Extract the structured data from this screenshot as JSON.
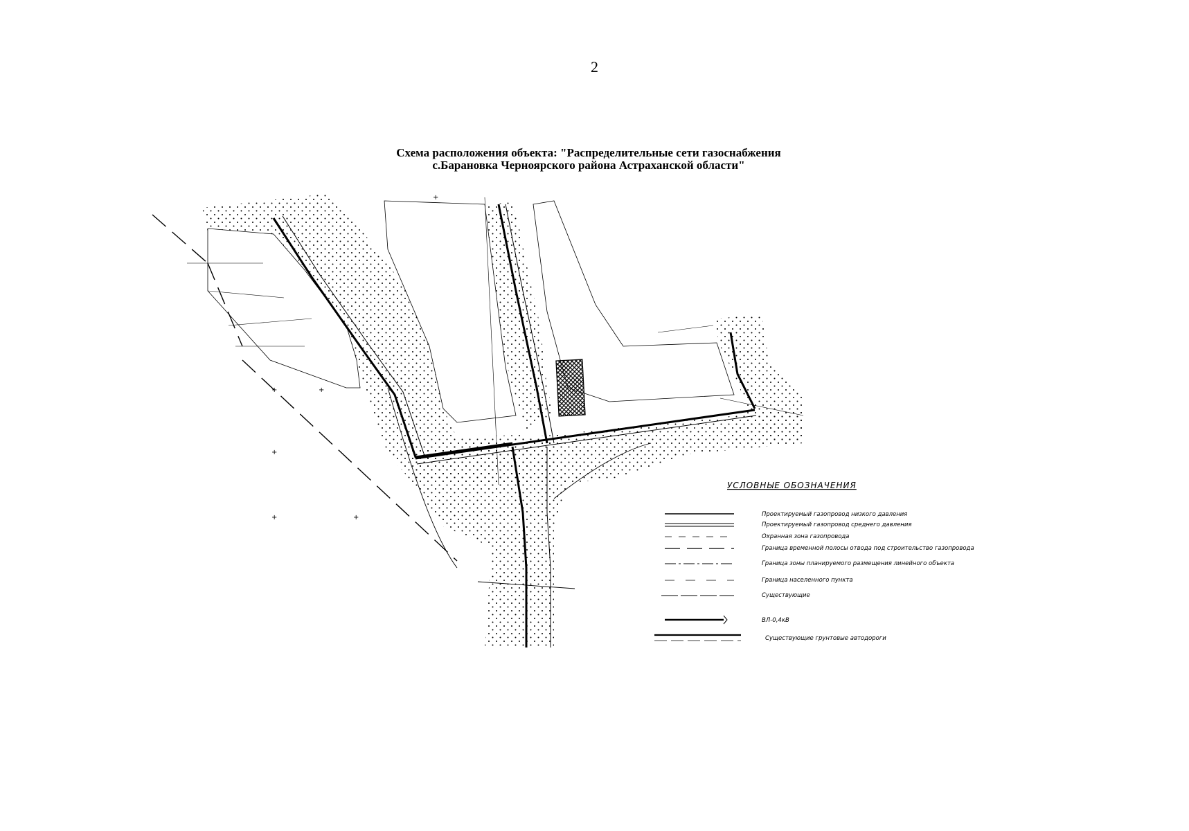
{
  "page_number": "2",
  "title_line1": "Схема расположения объекта: \"Распределительные сети газоснабжения",
  "title_line2": "с.Барановка Черноярского района Астраханской области\"",
  "legend": {
    "heading": "УСЛОВНЫЕ ОБОЗНАЧЕНИЯ",
    "items": [
      {
        "id": "low-pressure",
        "label": "Проектируемый газопровод низкого давления",
        "style": "solid-thin"
      },
      {
        "id": "medium-pressure",
        "label": "Проектируемый газопровод среднего давления",
        "style": "double"
      },
      {
        "id": "security-zone",
        "label": "Охранная зона газопровода",
        "style": "dashed-fine"
      },
      {
        "id": "temp-strip",
        "label": "Граница временной полосы отвода под строительство газопровода",
        "style": "dash-long"
      },
      {
        "id": "planned-zone",
        "label": "Граница зоны планируемого размещения линейного объекта",
        "style": "dash-dot"
      },
      {
        "id": "settlement",
        "label": "Граница населенного пункта",
        "style": "dashed-sparse"
      },
      {
        "id": "existing",
        "label": "Существующие",
        "style": "dash-tick"
      },
      {
        "id": "power-line",
        "label": "ВЛ-0,4кВ",
        "style": "thick-arrow"
      },
      {
        "id": "dirt-roads",
        "label": "Существующие грунтовые автодороги",
        "style": "road"
      }
    ]
  },
  "colors": {
    "ink": "#000000",
    "paper": "#ffffff"
  }
}
